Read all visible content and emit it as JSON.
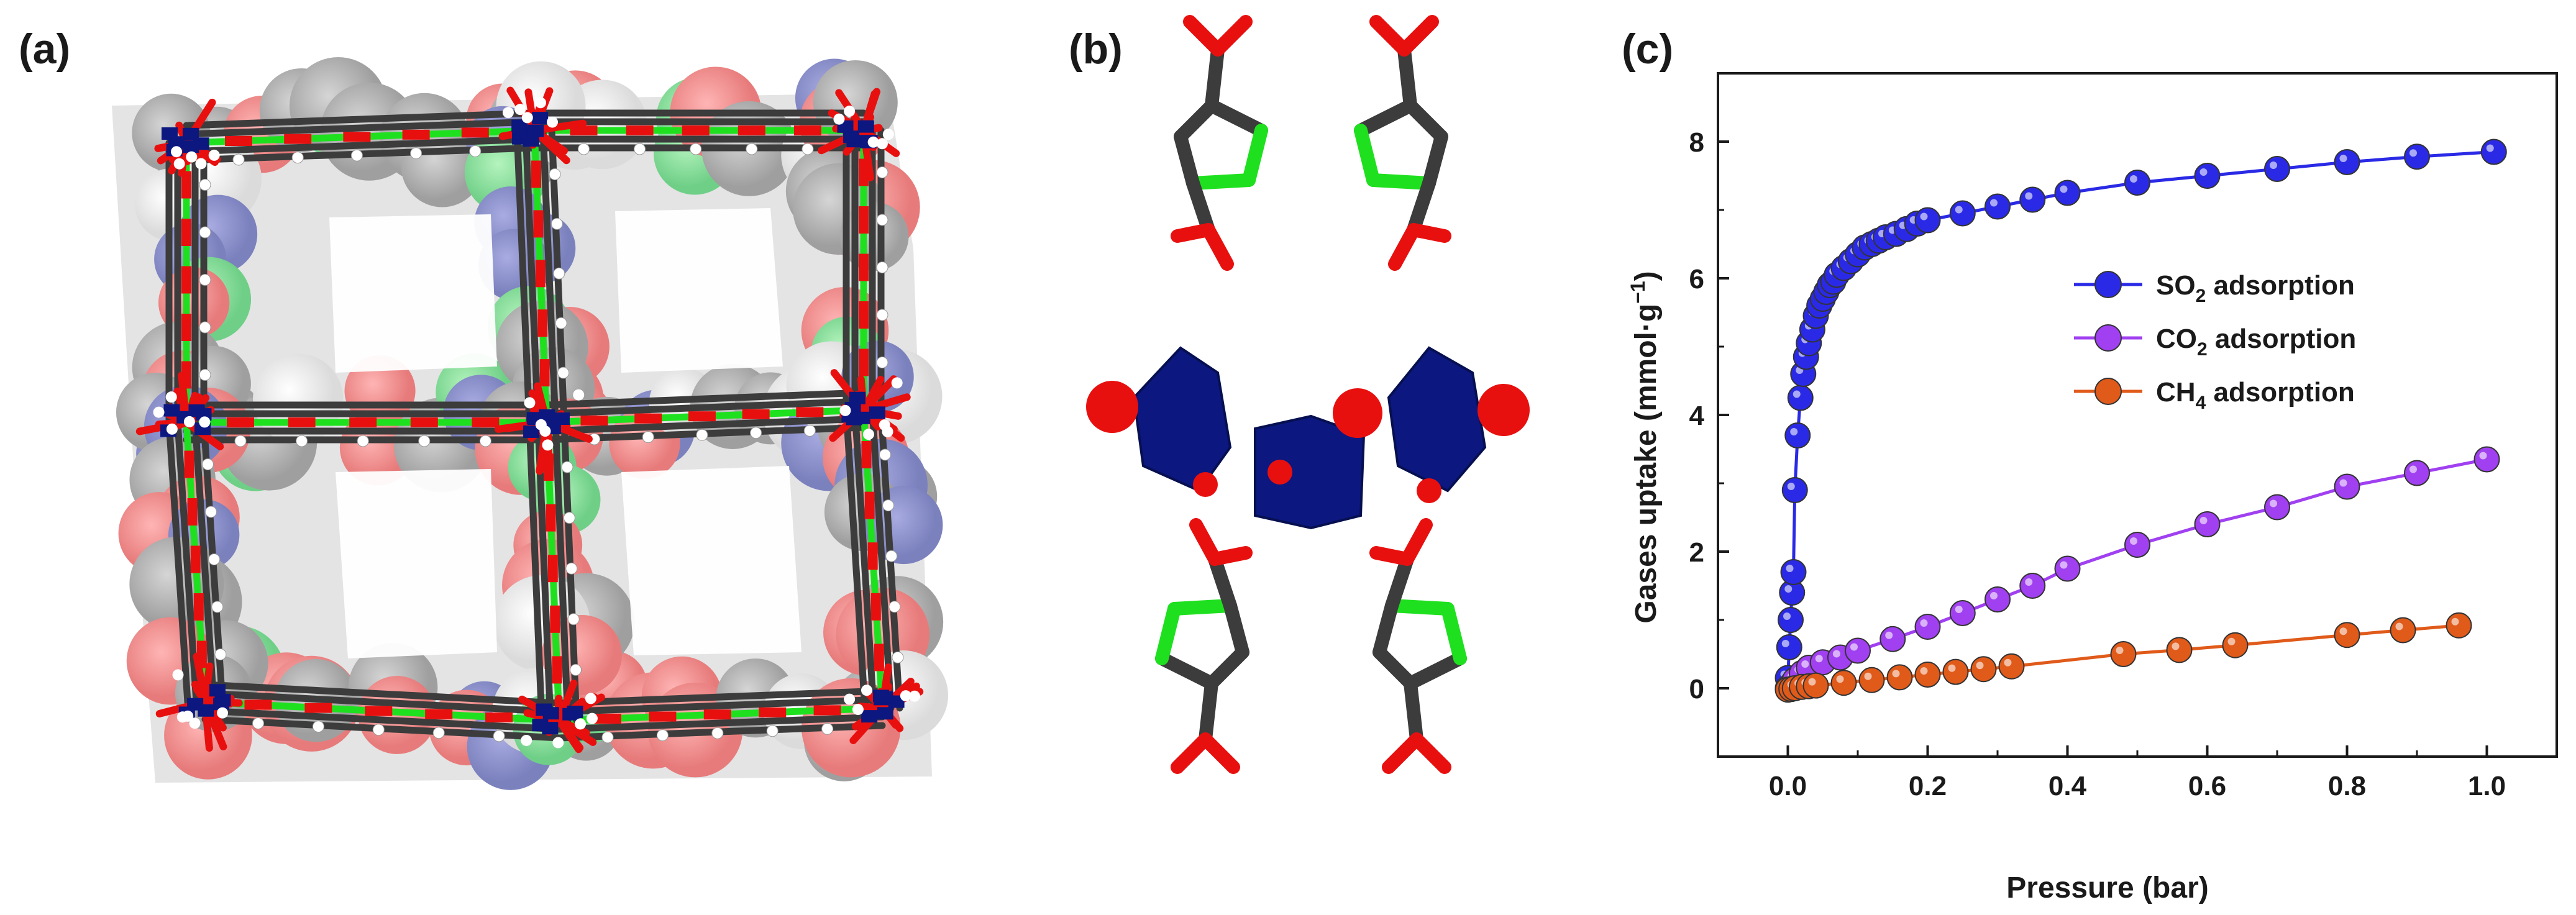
{
  "panels": {
    "a": "(a)",
    "b": "(b)",
    "c": "(c)"
  },
  "colors": {
    "oxygen": "#e8100f",
    "carbon": "#3c3c3c",
    "nitrogen": "#1fe01f",
    "metal": "#0c1780",
    "hydrogen": "#f2f2f2",
    "so2": "#2a2ae6",
    "co2": "#a040f0",
    "ch4": "#e05a1a"
  },
  "chart_data": {
    "type": "line",
    "title": "",
    "xlabel": "Pressure (bar)",
    "ylabel_parts": [
      "Gases uptake (mmol·g",
      "−1",
      ")"
    ],
    "xlim": [
      -0.1,
      1.1
    ],
    "ylim": [
      -1,
      9
    ],
    "xticks": [
      "0.0",
      "0.2",
      "0.4",
      "0.6",
      "0.8",
      "1.0"
    ],
    "yticks": [
      "0",
      "2",
      "4",
      "6",
      "8"
    ],
    "legend_position": "center-right",
    "series": [
      {
        "name_parts": [
          "SO",
          "2",
          " adsorption"
        ],
        "color_key": "so2",
        "x": [
          0.0,
          0.002,
          0.004,
          0.006,
          0.008,
          0.01,
          0.014,
          0.018,
          0.022,
          0.026,
          0.03,
          0.035,
          0.04,
          0.045,
          0.05,
          0.055,
          0.06,
          0.065,
          0.07,
          0.08,
          0.09,
          0.1,
          0.11,
          0.12,
          0.13,
          0.14,
          0.155,
          0.17,
          0.185,
          0.2,
          0.25,
          0.3,
          0.35,
          0.4,
          0.5,
          0.6,
          0.7,
          0.8,
          0.9,
          1.01
        ],
        "values": [
          0.15,
          0.6,
          1.0,
          1.4,
          1.7,
          2.9,
          3.7,
          4.25,
          4.6,
          4.85,
          5.05,
          5.25,
          5.45,
          5.6,
          5.7,
          5.8,
          5.9,
          5.95,
          6.05,
          6.15,
          6.25,
          6.35,
          6.45,
          6.5,
          6.55,
          6.6,
          6.65,
          6.72,
          6.8,
          6.85,
          6.95,
          7.05,
          7.15,
          7.25,
          7.4,
          7.5,
          7.6,
          7.7,
          7.78,
          7.85
        ]
      },
      {
        "name_parts": [
          "CO",
          "2",
          " adsorption"
        ],
        "color_key": "co2",
        "x": [
          0.0,
          0.005,
          0.01,
          0.02,
          0.03,
          0.05,
          0.075,
          0.1,
          0.15,
          0.2,
          0.25,
          0.3,
          0.35,
          0.4,
          0.5,
          0.6,
          0.7,
          0.8,
          0.9,
          1.0
        ],
        "values": [
          0.0,
          0.05,
          0.12,
          0.22,
          0.3,
          0.38,
          0.45,
          0.55,
          0.72,
          0.9,
          1.1,
          1.3,
          1.5,
          1.75,
          2.1,
          2.4,
          2.65,
          2.95,
          3.15,
          3.35
        ]
      },
      {
        "name_parts": [
          "CH",
          "4",
          " adsorption"
        ],
        "color_key": "ch4",
        "x": [
          0.0,
          0.005,
          0.01,
          0.02,
          0.03,
          0.04,
          0.08,
          0.12,
          0.16,
          0.2,
          0.24,
          0.28,
          0.32,
          0.48,
          0.56,
          0.64,
          0.8,
          0.88,
          0.96
        ],
        "values": [
          -0.02,
          -0.01,
          0.0,
          0.02,
          0.03,
          0.04,
          0.08,
          0.12,
          0.16,
          0.2,
          0.24,
          0.28,
          0.32,
          0.5,
          0.56,
          0.63,
          0.78,
          0.85,
          0.92
        ]
      }
    ]
  }
}
